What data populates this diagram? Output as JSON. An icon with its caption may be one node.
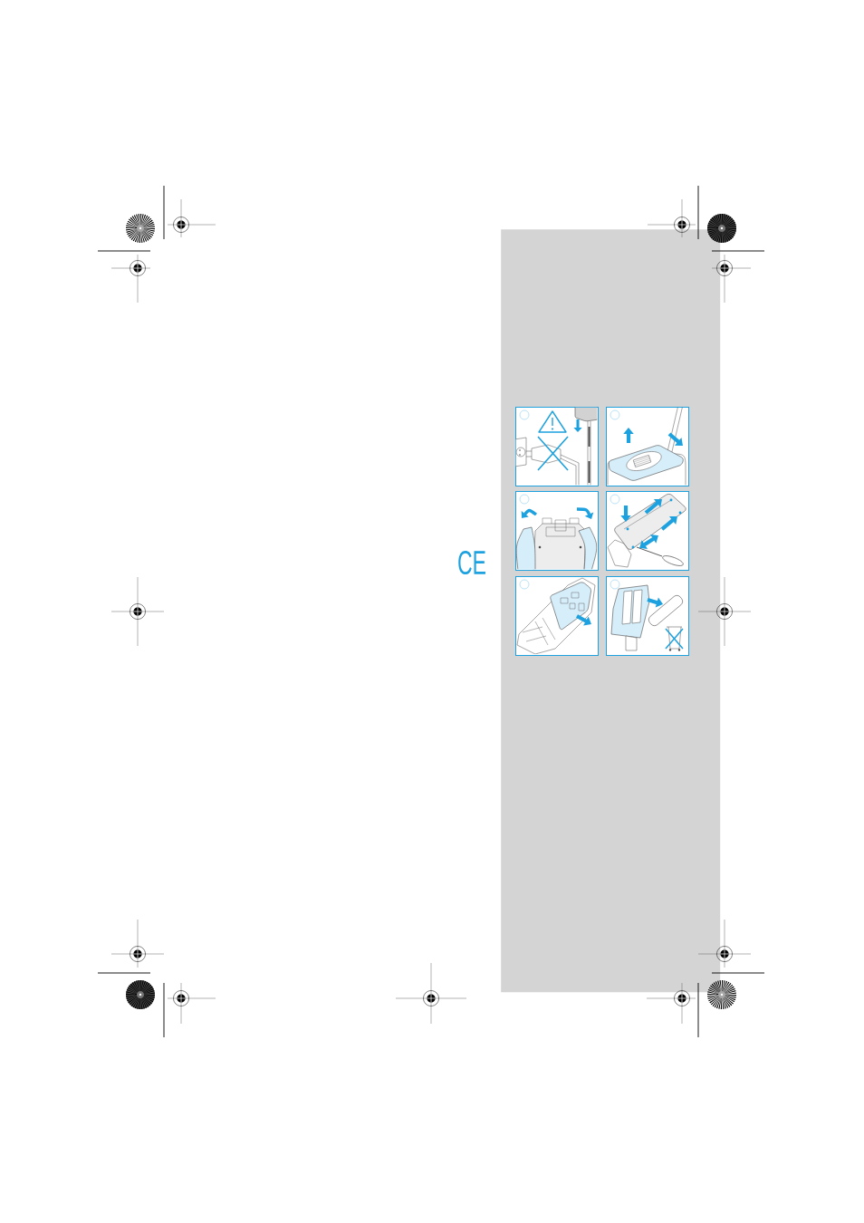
{
  "diagram": {
    "nodes": [
      {
        "text": [],
        "shape": "box"
      },
      {
        "text": [],
        "shape": "picture",
        "in": 0
      },
      {
        "text": [],
        "shape": "picture",
        "in": 0
      },
      {
        "text": [],
        "shape": "picture",
        "in": 0
      },
      {
        "text": [],
        "shape": "picture",
        "in": 0
      },
      {
        "text": [],
        "shape": "picture",
        "in": 0
      },
      {
        "text": [],
        "shape": "picture",
        "in": 0
      }
    ],
    "labels": [
      "CE"
    ]
  }
}
